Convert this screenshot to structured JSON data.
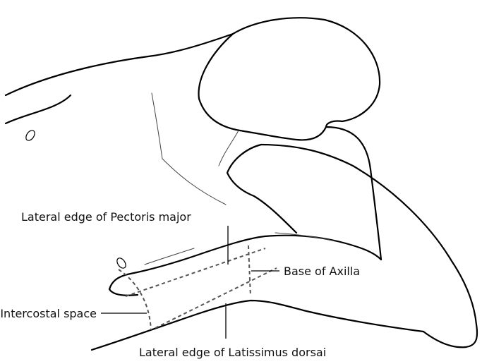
{
  "labels": {
    "pectoralis": "Lateral edge of Pectoris major",
    "axilla": "Base of Axilla",
    "intercostal": "Intercostal space",
    "latissimus": "Lateral edge of Latissimus dorsai"
  },
  "colors": {
    "outline": "#000000",
    "dashed": "#555555",
    "background": "#ffffff"
  }
}
